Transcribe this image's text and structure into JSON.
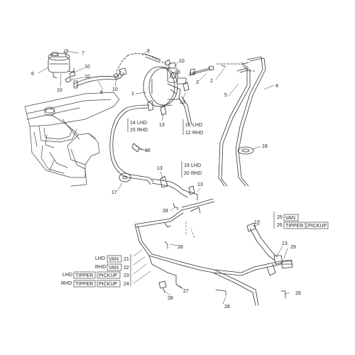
{
  "callouts": [
    {
      "id": "c1",
      "text": "1"
    },
    {
      "id": "c2",
      "text": "2"
    },
    {
      "id": "c3",
      "text": "3"
    },
    {
      "id": "c4",
      "text": "4"
    },
    {
      "id": "c5",
      "text": "5"
    },
    {
      "id": "c6",
      "text": "6"
    },
    {
      "id": "c7",
      "text": "7"
    },
    {
      "id": "c8",
      "text": "8"
    },
    {
      "id": "c9",
      "text": "9"
    },
    {
      "id": "c10a",
      "text": "10"
    },
    {
      "id": "c10b",
      "text": "10"
    },
    {
      "id": "c10c",
      "text": "10"
    },
    {
      "id": "c10d",
      "text": "10"
    },
    {
      "id": "c13a",
      "text": "13"
    },
    {
      "id": "c13b",
      "text": "13"
    },
    {
      "id": "c13c",
      "text": "13"
    },
    {
      "id": "c13d",
      "text": "13"
    },
    {
      "id": "c13e",
      "text": "13"
    },
    {
      "id": "c13f",
      "text": "13"
    },
    {
      "id": "c13g",
      "text": "13"
    },
    {
      "id": "c16",
      "text": "16"
    },
    {
      "id": "c17",
      "text": "17"
    },
    {
      "id": "c18",
      "text": "18"
    },
    {
      "id": "c27",
      "text": "27"
    },
    {
      "id": "c28a",
      "text": "28"
    },
    {
      "id": "c28b",
      "text": "28"
    },
    {
      "id": "c28c",
      "text": "28"
    },
    {
      "id": "c28d",
      "text": "28"
    },
    {
      "id": "c28e",
      "text": "28"
    },
    {
      "id": "c29",
      "text": "29"
    }
  ],
  "tags": {
    "n14": "14",
    "t14": "LHD",
    "n15": "15",
    "t15": "RHD",
    "n11": "11",
    "t11": "LHD",
    "n12": "12",
    "t12": "RHD",
    "n19": "19",
    "t19": "LHD",
    "n20": "20",
    "t20": "RHD",
    "n25": "25",
    "t25": "VAN",
    "n26": "26",
    "t26a": "TIPPER",
    "t26b": "PICKUP",
    "n21": "21",
    "p21": "LHD",
    "t21": "VAN",
    "n22": "22",
    "p22": "RHD",
    "t22": "VAN",
    "n23": "23",
    "p23": "LHD",
    "t23a": "TIPPER",
    "t23b": "PICKUP",
    "n24": "24",
    "p24": "RHD",
    "t24a": "TIPPER",
    "t24b": "PICKUP"
  }
}
